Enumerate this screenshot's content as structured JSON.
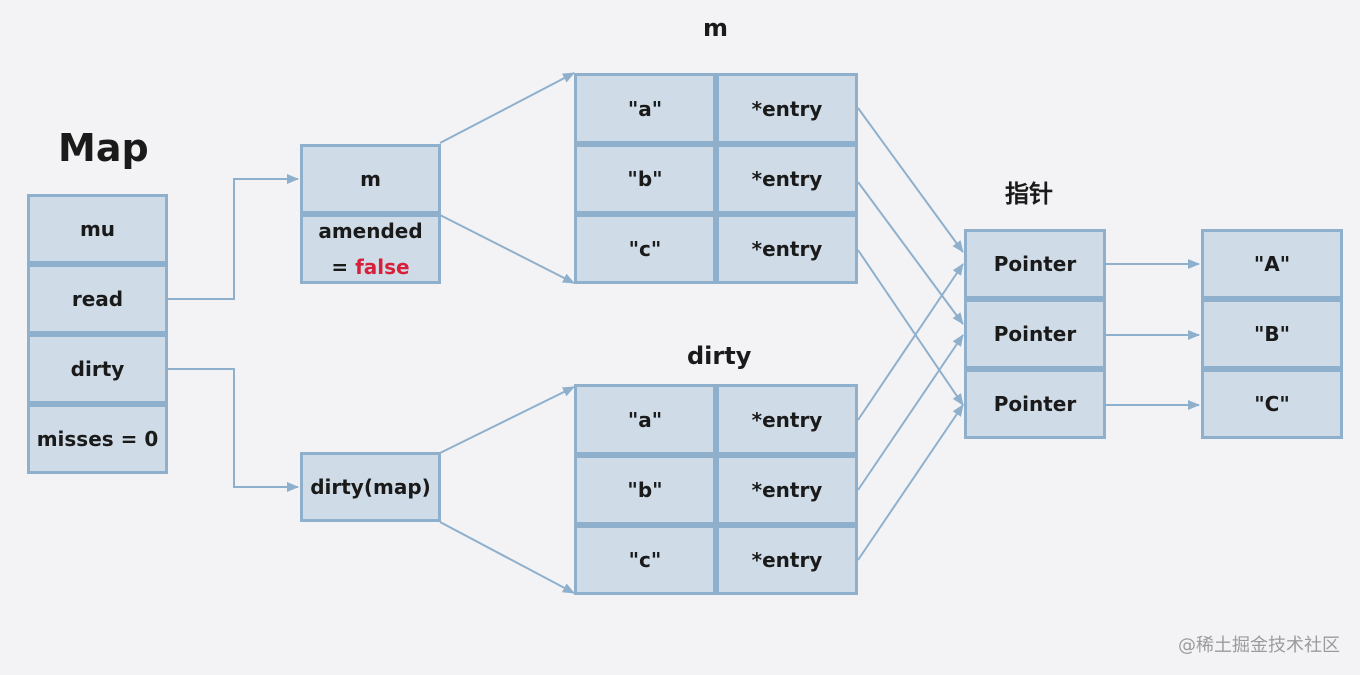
{
  "titles": {
    "map": "Map",
    "m": "m",
    "dirty": "dirty",
    "pointer": "指针"
  },
  "map_struct": {
    "mu": "mu",
    "read": "read",
    "dirty": "dirty",
    "misses": "misses = 0"
  },
  "read_only": {
    "m": "m",
    "amended": "amended",
    "amended_eq": "= ",
    "amended_value": "false"
  },
  "dirty_box": {
    "label": "dirty(map)"
  },
  "m_table": {
    "keys": [
      "\"a\"",
      "\"b\"",
      "\"c\""
    ],
    "values": [
      "*entry",
      "*entry",
      "*entry"
    ]
  },
  "dirty_table": {
    "keys": [
      "\"a\"",
      "\"b\"",
      "\"c\""
    ],
    "values": [
      "*entry",
      "*entry",
      "*entry"
    ]
  },
  "pointers": [
    "Pointer",
    "Pointer",
    "Pointer"
  ],
  "values": [
    "\"A\"",
    "\"B\"",
    "\"C\""
  ],
  "watermark": "@稀土掘金技术社区",
  "colors": {
    "background": "#f3f3f6",
    "cell_fill": "#cfdce8",
    "cell_border": "#8fb0cc",
    "arrow": "#8fb0cc",
    "false": "#d8203a"
  }
}
